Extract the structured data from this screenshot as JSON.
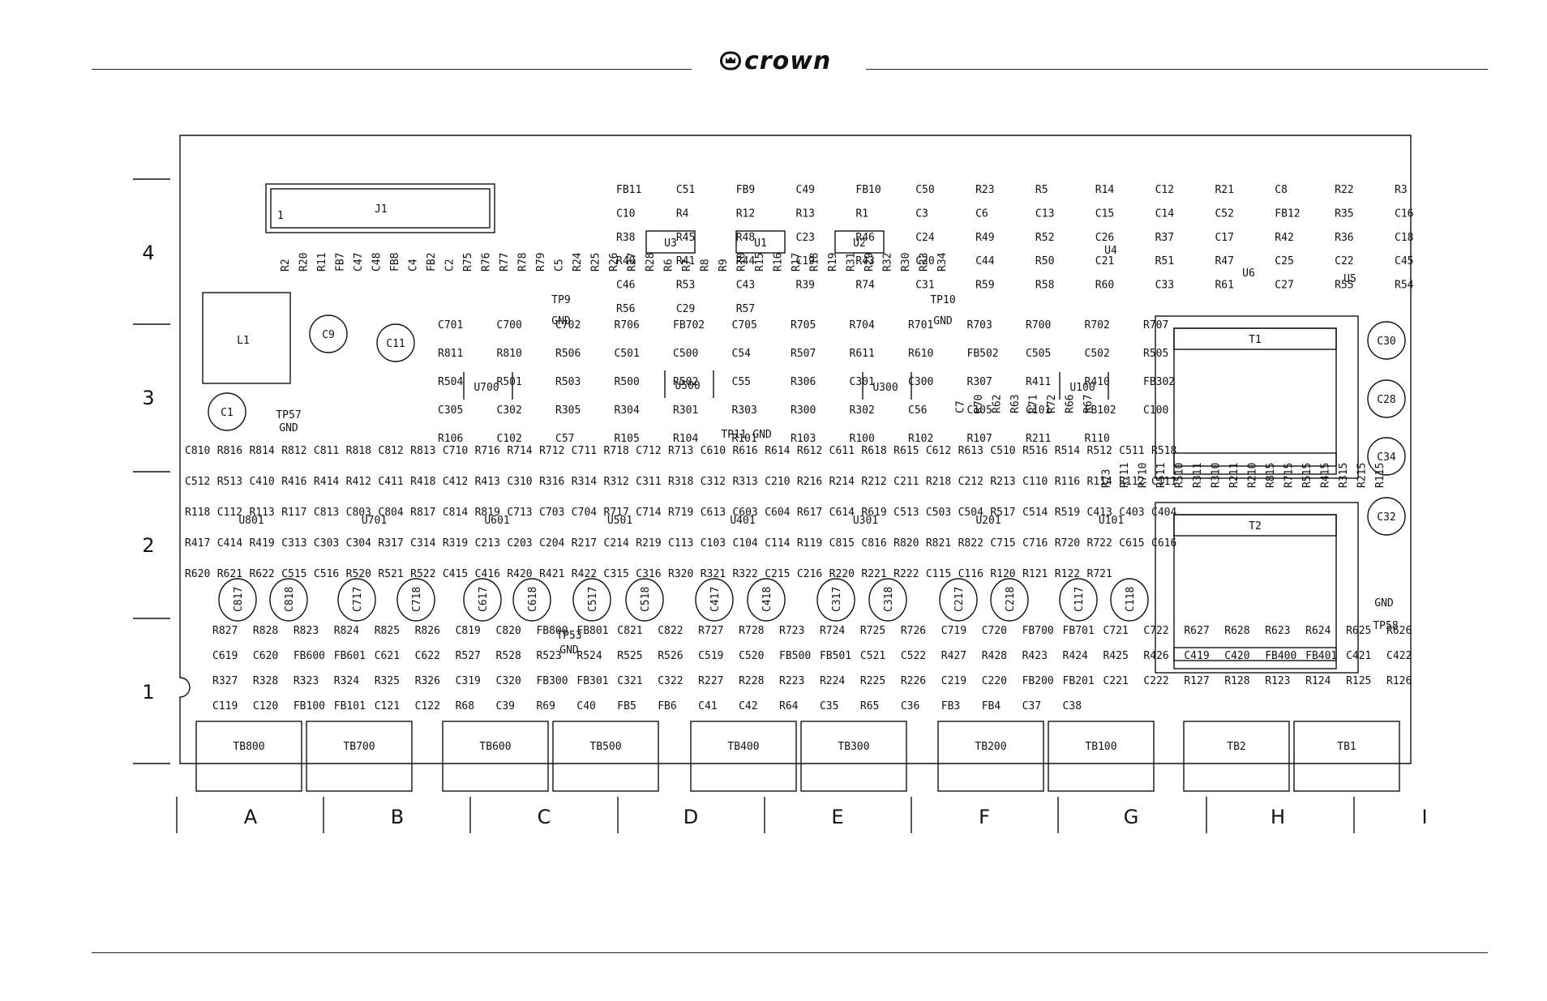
{
  "header": {
    "brand": "crown"
  },
  "rows": [
    "4",
    "3",
    "2",
    "1"
  ],
  "columns": [
    "A",
    "B",
    "C",
    "D",
    "E",
    "F",
    "G",
    "H",
    "I"
  ],
  "connector": {
    "name": "J1",
    "pin1": "1"
  },
  "inductor": "L1",
  "ics": [
    "U3",
    "U1",
    "U2",
    "U4",
    "U6",
    "U5",
    "U700",
    "U500",
    "U300",
    "U100",
    "U801",
    "U701",
    "U601",
    "U501",
    "U401",
    "U301",
    "U201",
    "U101"
  ],
  "transformers": [
    "T1",
    "T2"
  ],
  "terminal_blocks": [
    "TB800",
    "TB700",
    "TB600",
    "TB500",
    "TB400",
    "TB300",
    "TB200",
    "TB100",
    "TB2",
    "TB1"
  ],
  "big_caps": [
    "C9",
    "C11",
    "C1",
    "C30",
    "C28",
    "C34",
    "C32"
  ],
  "vert_caps": [
    "C817",
    "C818",
    "C717",
    "C718",
    "C617",
    "C618",
    "C517",
    "C518",
    "C417",
    "C418",
    "C317",
    "C318",
    "C217",
    "C218",
    "C117",
    "C118"
  ],
  "test_points": {
    "tp57": "TP57",
    "tp9": "TP9",
    "tp10": "TP10",
    "tp11": "TP11",
    "tp53": "TP53",
    "tp58": "TP58"
  },
  "gnd": "GND",
  "labels_r4": [
    "FB11",
    "C51",
    "FB9",
    "C49",
    "FB10",
    "C50",
    "R23",
    "R5",
    "R14",
    "C12",
    "R21",
    "C8",
    "R22",
    "R3",
    "C10",
    "R4",
    "R12",
    "R13",
    "R1",
    "C3",
    "C6",
    "C13",
    "C15",
    "C14",
    "C52",
    "FB12",
    "R35",
    "C16",
    "R38",
    "R45",
    "R48",
    "C23",
    "R46",
    "C24",
    "R49",
    "R52",
    "C26",
    "R37",
    "C17",
    "R42",
    "R36",
    "C18",
    "R40",
    "R41",
    "R44",
    "C19",
    "R43",
    "C20",
    "C44",
    "R50",
    "C21",
    "R51",
    "R47",
    "C25",
    "C22",
    "C45",
    "C46",
    "R53",
    "C43",
    "R39",
    "R74",
    "C31",
    "R59",
    "R58",
    "R60",
    "C33",
    "R61",
    "C27",
    "R55",
    "R54",
    "R56",
    "C29",
    "R57"
  ],
  "labels_r3": [
    "C701",
    "C700",
    "C702",
    "R706",
    "FB702",
    "C705",
    "R705",
    "R704",
    "R701",
    "R703",
    "R700",
    "R702",
    "R707",
    "R811",
    "R810",
    "R506",
    "C501",
    "C500",
    "C54",
    "R507",
    "R611",
    "R610",
    "FB502",
    "C505",
    "C502",
    "R505",
    "R504",
    "R501",
    "R503",
    "R500",
    "R502",
    "C55",
    "R306",
    "C301",
    "C300",
    "R307",
    "R411",
    "R410",
    "FB302",
    "C305",
    "C302",
    "R305",
    "R304",
    "R301",
    "R303",
    "R300",
    "R302",
    "C56",
    "C105",
    "C101",
    "FB102",
    "C100",
    "R106",
    "C102",
    "C57",
    "R105",
    "R104",
    "R101",
    "R103",
    "R100",
    "R102",
    "R107",
    "R211",
    "R110"
  ],
  "labels_r2": [
    "C810",
    "R816",
    "R814",
    "R812",
    "C811",
    "R818",
    "C812",
    "R813",
    "C710",
    "R716",
    "R714",
    "R712",
    "C711",
    "R718",
    "C712",
    "R713",
    "C610",
    "R616",
    "R614",
    "R612",
    "C611",
    "R618",
    "R615",
    "C612",
    "R613",
    "C510",
    "R516",
    "R514",
    "R512",
    "C511",
    "R518",
    "C512",
    "R513",
    "C410",
    "R416",
    "R414",
    "R412",
    "C411",
    "R418",
    "C412",
    "R413",
    "C310",
    "R316",
    "R314",
    "R312",
    "C311",
    "R318",
    "C312",
    "R313",
    "C210",
    "R216",
    "R214",
    "R212",
    "C211",
    "R218",
    "C212",
    "R213",
    "C110",
    "R116",
    "R114",
    "R112",
    "C111",
    "R118",
    "C112",
    "R113",
    "R117",
    "C813",
    "C803",
    "C804",
    "R817",
    "C814",
    "R819",
    "C713",
    "C703",
    "C704",
    "R717",
    "C714",
    "R719",
    "C613",
    "C603",
    "C604",
    "R617",
    "C614",
    "R619",
    "C513",
    "C503",
    "C504",
    "R517",
    "C514",
    "R519",
    "C413",
    "C403",
    "C404",
    "R417",
    "C414",
    "R419",
    "C313",
    "C303",
    "C304",
    "R317",
    "C314",
    "R319",
    "C213",
    "C203",
    "C204",
    "R217",
    "C214",
    "R219",
    "C113",
    "C103",
    "C104",
    "C114",
    "R119",
    "C815",
    "C816",
    "R820",
    "R821",
    "R822",
    "C715",
    "C716",
    "R720",
    "R722",
    "C615",
    "C616",
    "R620",
    "R621",
    "R622",
    "C515",
    "C516",
    "R520",
    "R521",
    "R522",
    "C415",
    "C416",
    "R420",
    "R421",
    "R422",
    "C315",
    "C316",
    "R320",
    "R321",
    "R322",
    "C215",
    "C216",
    "R220",
    "R221",
    "R222",
    "C115",
    "C116",
    "R120",
    "R121",
    "R122",
    "R721"
  ],
  "labels_r1": [
    "R827",
    "R828",
    "R823",
    "R824",
    "R825",
    "R826",
    "C819",
    "C820",
    "FB800",
    "FB801",
    "C821",
    "C822",
    "R727",
    "R728",
    "R723",
    "R724",
    "R725",
    "R726",
    "C719",
    "C720",
    "FB700",
    "FB701",
    "C721",
    "C722",
    "R627",
    "R628",
    "R623",
    "R624",
    "R625",
    "R626",
    "C619",
    "C620",
    "FB600",
    "FB601",
    "C621",
    "C622",
    "R527",
    "R528",
    "R523",
    "R524",
    "R525",
    "R526",
    "C519",
    "C520",
    "FB500",
    "FB501",
    "C521",
    "C522",
    "R427",
    "R428",
    "R423",
    "R424",
    "R425",
    "R426",
    "C419",
    "C420",
    "FB400",
    "FB401",
    "C421",
    "C422",
    "R327",
    "R328",
    "R323",
    "R324",
    "R325",
    "R326",
    "C319",
    "C320",
    "FB300",
    "FB301",
    "C321",
    "C322",
    "R227",
    "R228",
    "R223",
    "R224",
    "R225",
    "R226",
    "C219",
    "C220",
    "FB200",
    "FB201",
    "C221",
    "C222",
    "R127",
    "R128",
    "R123",
    "R124",
    "R125",
    "R126",
    "C119",
    "C120",
    "FB100",
    "FB101",
    "C121",
    "C122",
    "R68",
    "C39",
    "R69",
    "C40",
    "FB5",
    "FB6",
    "C41",
    "C42",
    "R64",
    "C35",
    "R65",
    "C36",
    "FB3",
    "FB4",
    "C37",
    "C38"
  ],
  "vert_labels": [
    "R2",
    "R20",
    "R11",
    "FB7",
    "C47",
    "C48",
    "FB8",
    "C4",
    "FB2",
    "C2",
    "R75",
    "R76",
    "R77",
    "R78",
    "R79",
    "C5",
    "R24",
    "R25",
    "R26",
    "R27",
    "R28",
    "R6",
    "R7",
    "R8",
    "R9",
    "R10",
    "R15",
    "R16",
    "R17",
    "R18",
    "R19",
    "R31",
    "R29",
    "R32",
    "R30",
    "R33",
    "R34",
    "C7",
    "R70",
    "R62",
    "R63",
    "R71",
    "R72",
    "R66",
    "R67",
    "R73",
    "R711",
    "R710",
    "R511",
    "R510",
    "R311",
    "R310",
    "R211",
    "R210",
    "R815",
    "R715",
    "R515",
    "R415",
    "R315",
    "R215",
    "R115"
  ]
}
